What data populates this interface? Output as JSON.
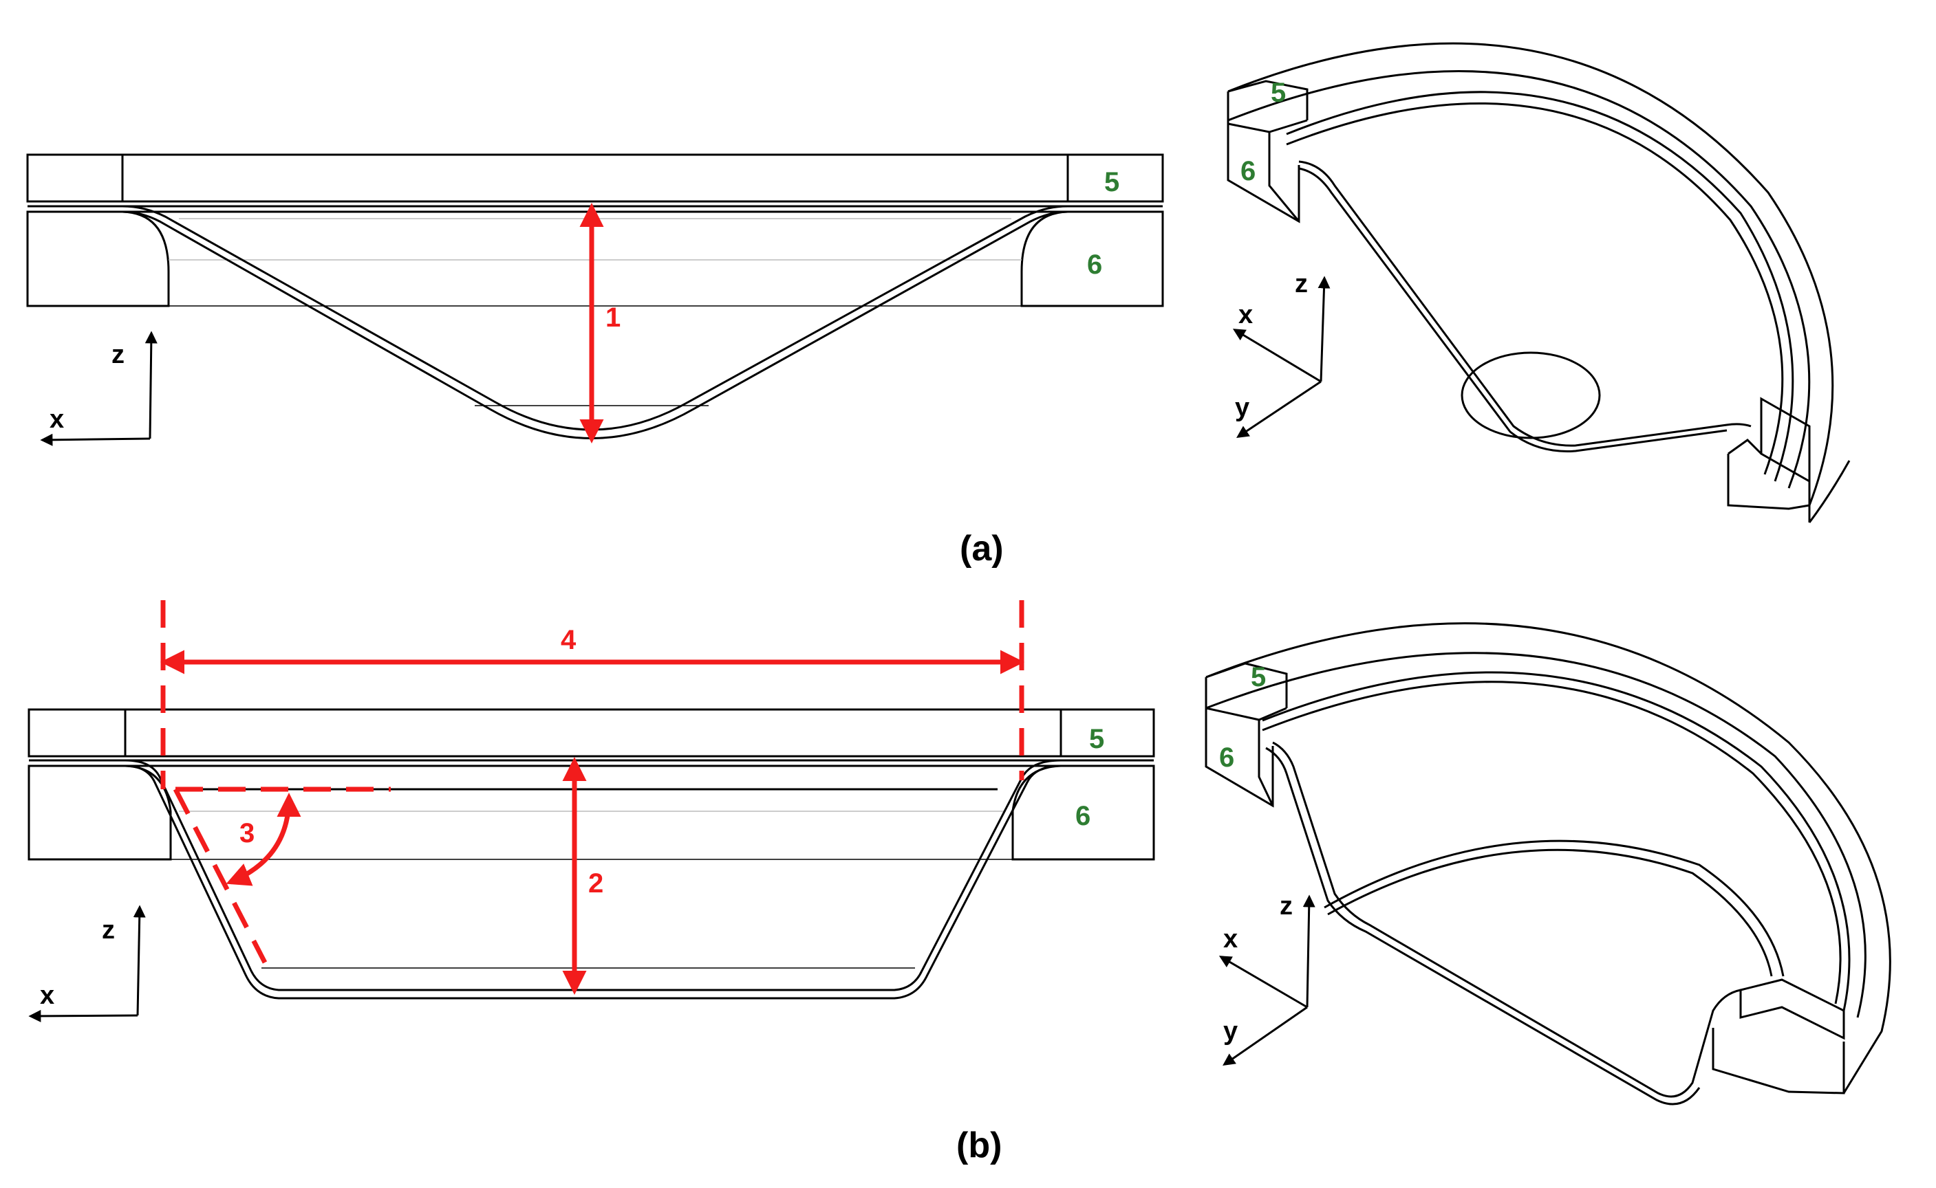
{
  "panel_a": {
    "caption": "(a)",
    "labels": {
      "depth": "1",
      "blank_holder": "5",
      "die": "6"
    },
    "axes": {
      "x": "x",
      "y": "y",
      "z": "z"
    }
  },
  "panel_b": {
    "caption": "(b)",
    "labels": {
      "depth": "2",
      "wall_angle": "3",
      "top_diameter": "4",
      "blank_holder": "5",
      "die": "6"
    },
    "axes": {
      "x": "x",
      "y": "y",
      "z": "z"
    }
  },
  "colors": {
    "annotation": "#f21c1c",
    "part_label": "#2e7d32",
    "outline": "#000000"
  }
}
